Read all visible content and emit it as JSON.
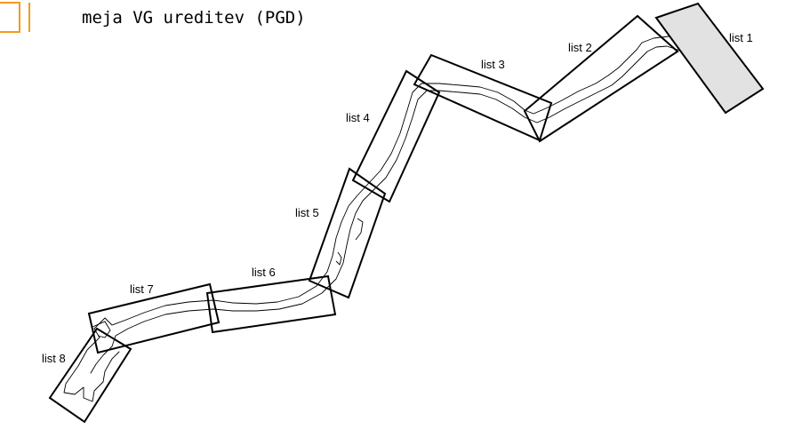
{
  "legend": {
    "title": "meja VG ureditev (PGD)",
    "line_color": "#f39a1e"
  },
  "colors": {
    "frame": "#000000",
    "active_sheet_fill": "#e2e2e2",
    "river": "#000000"
  },
  "sheets": [
    {
      "id": 1,
      "label": "list 1",
      "highlighted": true
    },
    {
      "id": 2,
      "label": "list 2",
      "highlighted": false
    },
    {
      "id": 3,
      "label": "list 3",
      "highlighted": false
    },
    {
      "id": 4,
      "label": "list 4",
      "highlighted": false
    },
    {
      "id": 5,
      "label": "list 5",
      "highlighted": false
    },
    {
      "id": 6,
      "label": "list 6",
      "highlighted": false
    },
    {
      "id": 7,
      "label": "list 7",
      "highlighted": false
    },
    {
      "id": 8,
      "label": "list 8",
      "highlighted": false
    }
  ]
}
